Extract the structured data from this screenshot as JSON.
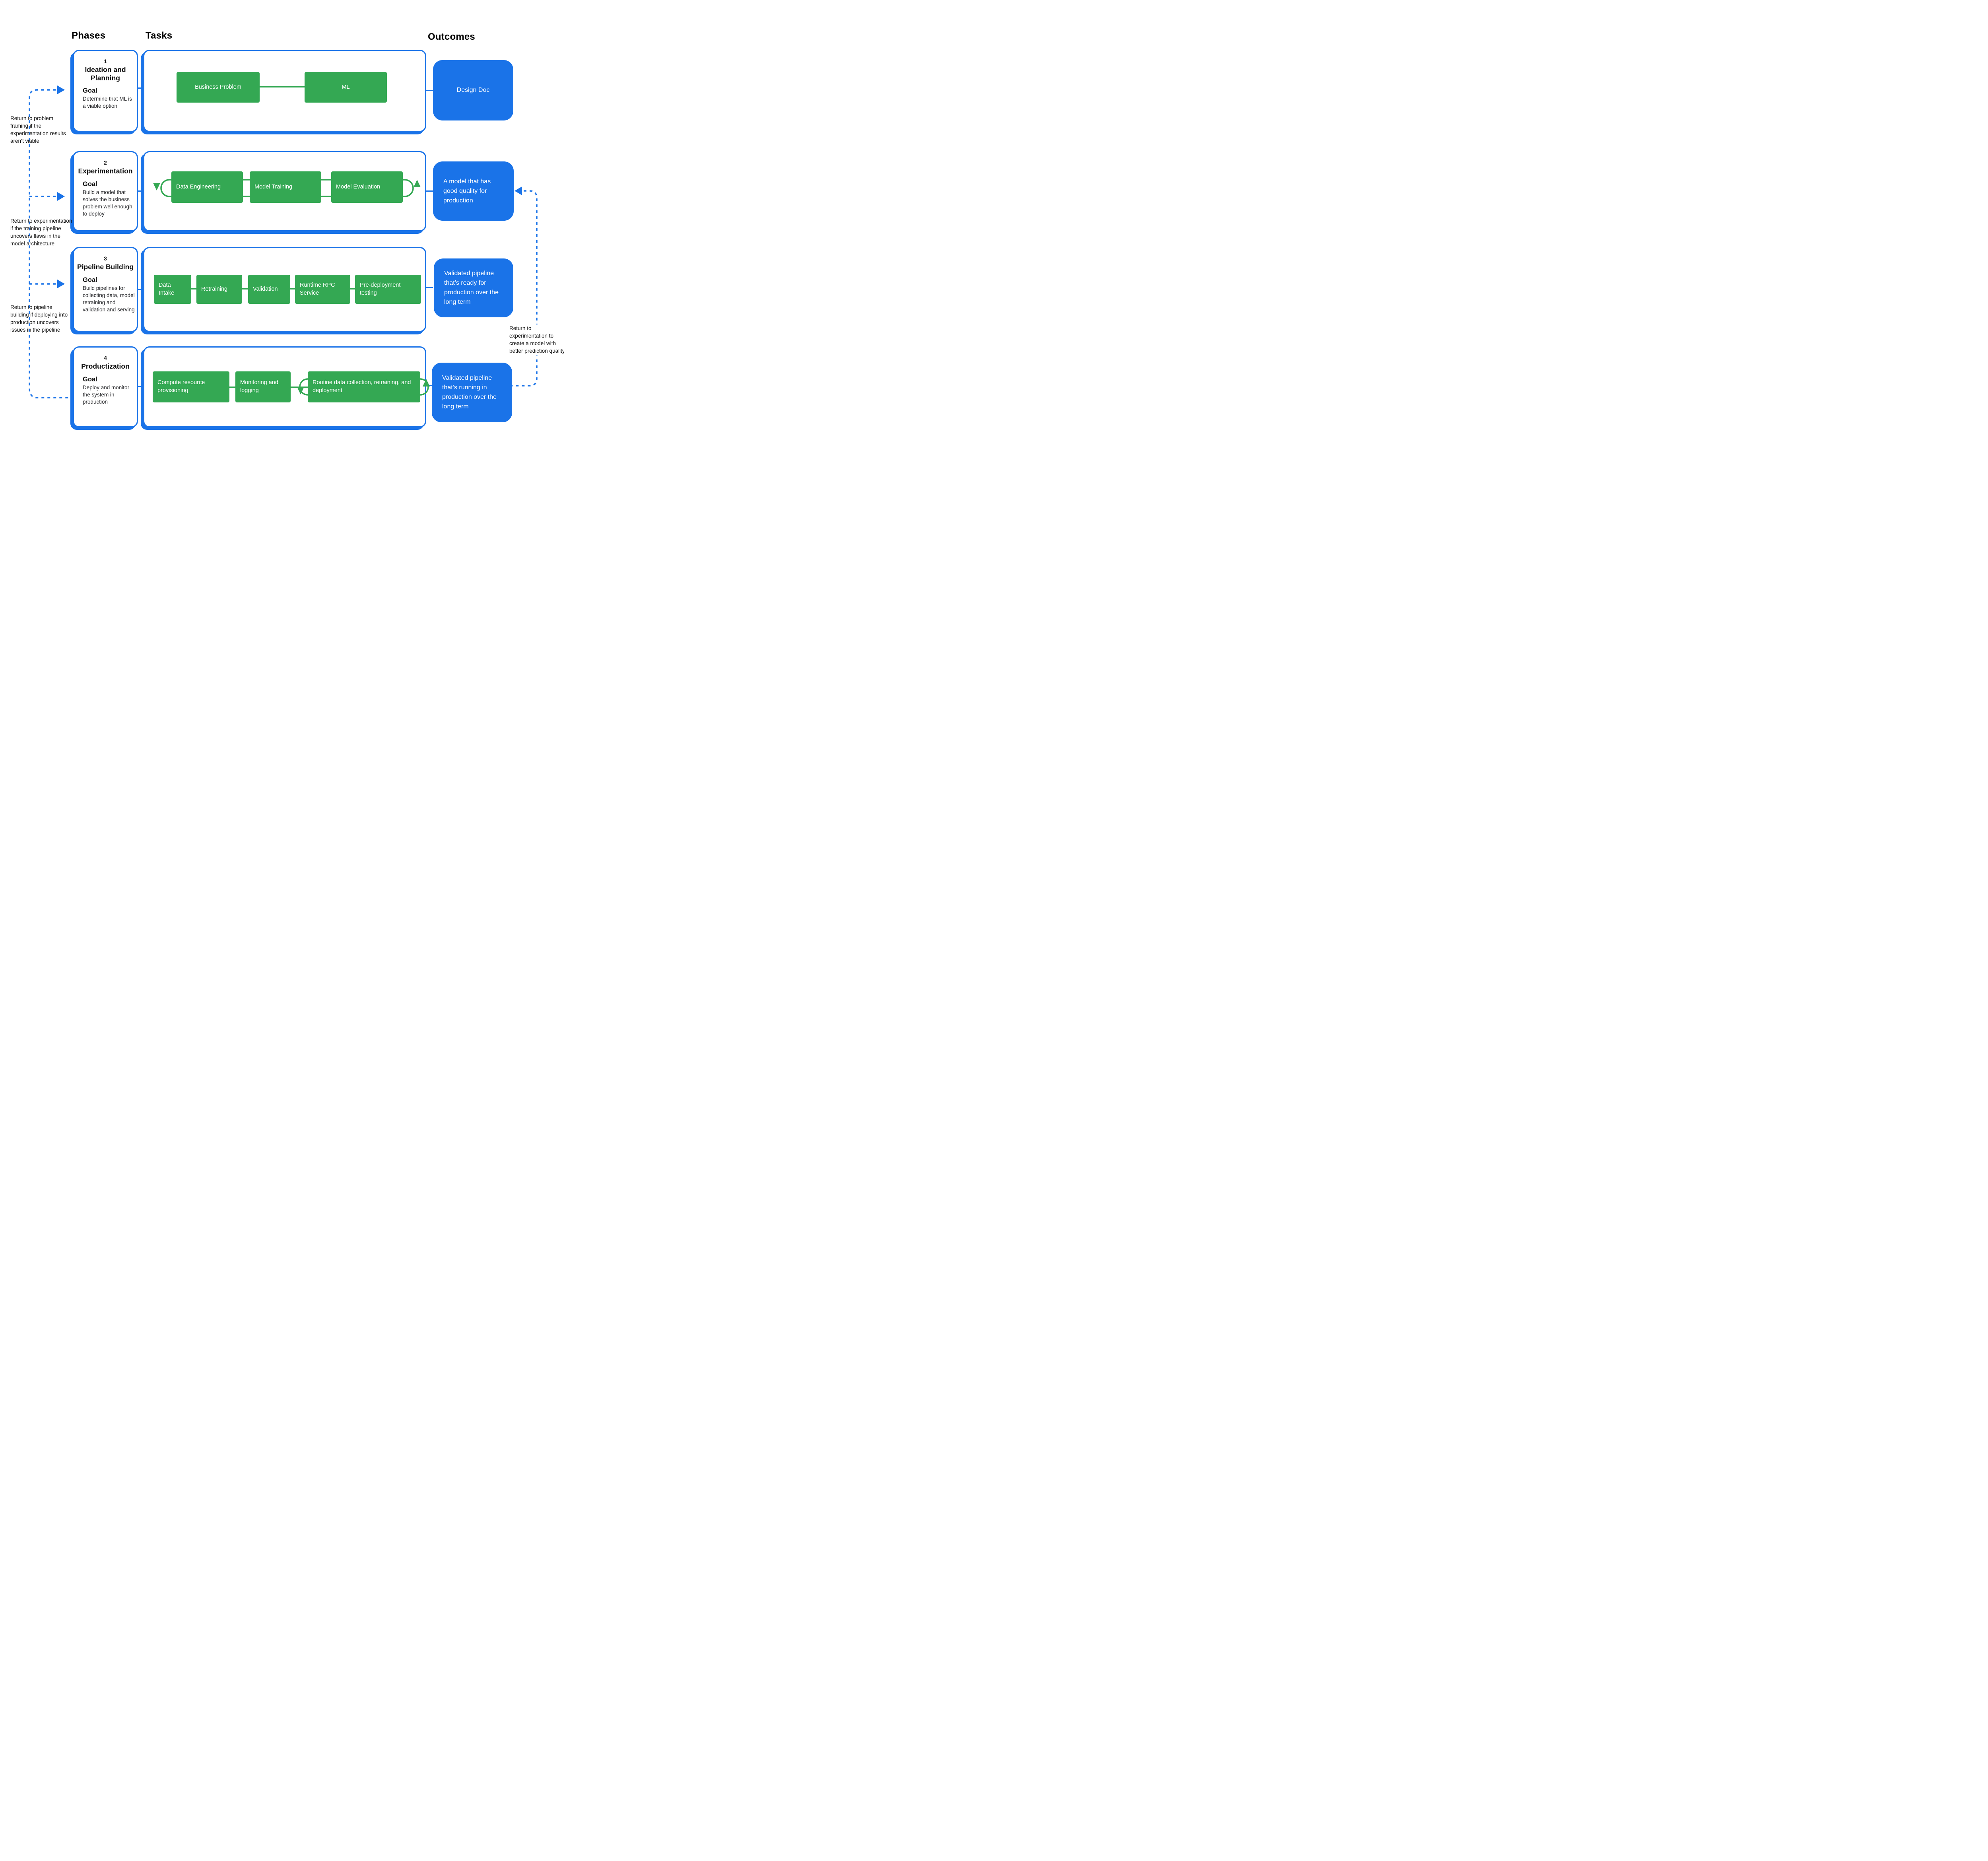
{
  "headers": {
    "phases": "Phases",
    "tasks": "Tasks",
    "outcomes": "Outcomes"
  },
  "phases": [
    {
      "number": "1",
      "title": "Ideation and Planning",
      "goal_label": "Goal",
      "goal": "Determine that ML is a viable option",
      "tasks": [
        "Business Problem",
        "ML"
      ],
      "outcome": "Design Doc"
    },
    {
      "number": "2",
      "title": "Experimentation",
      "goal_label": "Goal",
      "goal": "Build a model that solves the business problem well enough to deploy",
      "tasks": [
        "Data Engineering",
        "Model Training",
        "Model Evaluation"
      ],
      "outcome": "A model that has good quality for production"
    },
    {
      "number": "3",
      "title": "Pipeline Building",
      "goal_label": "Goal",
      "goal": "Build pipelines for collecting data, model retraining and validation and serving",
      "tasks": [
        "Data Intake",
        "Retraining",
        "Validation",
        "Runtime RPC Service",
        "Pre-deployment testing"
      ],
      "outcome": "Validated pipeline that’s ready for production over the long term"
    },
    {
      "number": "4",
      "title": "Productization",
      "goal_label": "Goal",
      "goal": "Deploy and monitor the system in production",
      "tasks": [
        "Compute resource provisioning",
        "Monitoring and logging",
        "Routine data collection, retraining, and deployment"
      ],
      "outcome": "Validated pipeline that’s running in production over the long term"
    }
  ],
  "feedback_notes": {
    "to_phase1": "Return to problem framing if the experimentation results aren’t viable",
    "to_phase2": "Return to experimentation if the training pipeline uncovers flaws in the model architecture",
    "to_phase3": "Return to pipeline building if deploying into production uncovers issues in the pipeline",
    "to_experimentation": "Return to experimentation to create a model with better prediction quality"
  },
  "colors": {
    "accent_blue": "#1A73E8",
    "task_green": "#34A853",
    "text": "#202124",
    "background": "#FFFFFF"
  }
}
